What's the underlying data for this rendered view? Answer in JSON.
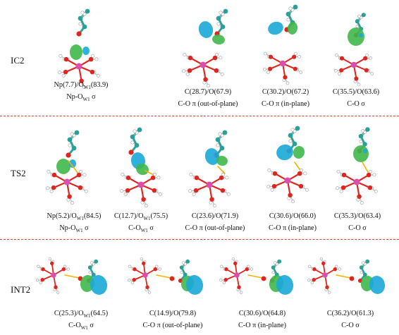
{
  "figure": {
    "colors": {
      "metal": "#d94fb0",
      "oxygen": "#e0241e",
      "carbon": "#2aa198",
      "hydrogen": "#ffffff",
      "orbital_green": "#3fb84a",
      "orbital_blue": "#1aa8d8",
      "divider": "#e23a3a",
      "bond_yellow": "#f0b400"
    },
    "rows": [
      {
        "label": "IC2",
        "panels": [
          {
            "comp": "Np(7.7)/O",
            "sub": "W1",
            "pct": "(83.9)",
            "bond": "Np-O",
            "bond_sub": "W1",
            "bond_tail": " σ"
          },
          {
            "comp": "C(28.7)/O(67.9)",
            "sub": "",
            "pct": "",
            "bond": "C-O π (out-of-plane)",
            "bond_sub": "",
            "bond_tail": ""
          },
          {
            "comp": "C(30.2)/O(67.2)",
            "sub": "",
            "pct": "",
            "bond": "C-O π (in-plane)",
            "bond_sub": "",
            "bond_tail": ""
          },
          {
            "comp": "C(35.5)/O(63.6)",
            "sub": "",
            "pct": "",
            "bond": "C-O σ",
            "bond_sub": "",
            "bond_tail": ""
          }
        ]
      },
      {
        "label": "TS2",
        "panels": [
          {
            "comp": "Np(5.2)/O",
            "sub": "W1",
            "pct": "(84.5)",
            "bond": "Np-O",
            "bond_sub": "W1",
            "bond_tail": " σ"
          },
          {
            "comp": "C(12.7)/O",
            "sub": "W1",
            "pct": "(75.5)",
            "bond": "C-O",
            "bond_sub": "W1",
            "bond_tail": " σ"
          },
          {
            "comp": "C(23.6)/O(71.9)",
            "sub": "",
            "pct": "",
            "bond": "C-O π (out-of-plane)",
            "bond_sub": "",
            "bond_tail": ""
          },
          {
            "comp": "C(30.6)/O(66.0)",
            "sub": "",
            "pct": "",
            "bond": "C-O π (in-plane)",
            "bond_sub": "",
            "bond_tail": ""
          },
          {
            "comp": "C(35.3)/O(63.4)",
            "sub": "",
            "pct": "",
            "bond": "C-O σ",
            "bond_sub": "",
            "bond_tail": ""
          }
        ]
      },
      {
        "label": "INT2",
        "panels": [
          {
            "comp": "C(25.3)/O",
            "sub": "W1",
            "pct": "(64.5)",
            "bond": "C-O",
            "bond_sub": "W1",
            "bond_tail": " σ"
          },
          {
            "comp": "C(14.9)/O(79.8)",
            "sub": "",
            "pct": "",
            "bond": "C-O π (out-of-plane)",
            "bond_sub": "",
            "bond_tail": ""
          },
          {
            "comp": "C(30.6)/O(64.8)",
            "sub": "",
            "pct": "",
            "bond": "C-O π (in-plane)",
            "bond_sub": "",
            "bond_tail": ""
          },
          {
            "comp": "C(36.2)/O(61.3)",
            "sub": "",
            "pct": "",
            "bond": "C-O σ",
            "bond_sub": "",
            "bond_tail": ""
          }
        ]
      }
    ]
  }
}
